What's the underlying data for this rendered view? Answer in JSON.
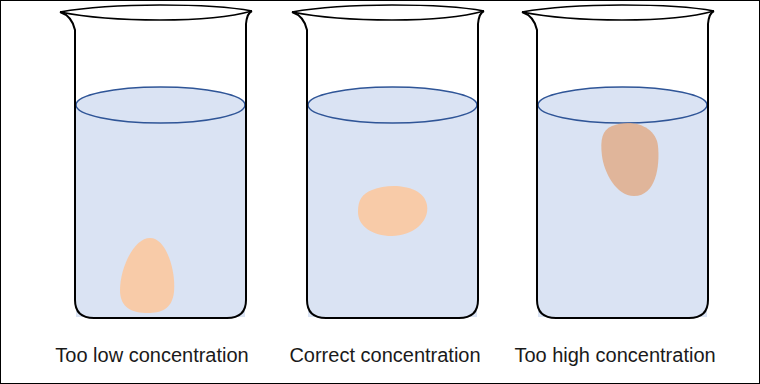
{
  "diagram": {
    "labels": [
      "Too low concentration",
      "Correct concentration",
      "Too high concentration"
    ]
  }
}
